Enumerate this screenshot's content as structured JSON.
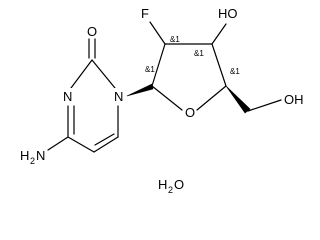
{
  "atoms": {
    "carbonyl_o": "O",
    "ring_n3": "N",
    "ring_n1": "N",
    "amine": "H",
    "amine_sub": "2",
    "amine_n": "N",
    "fluorine": "F",
    "hydroxyl_upper": "HO",
    "ring_o": "O",
    "hydroxyl_side": "OH"
  },
  "stereo_labels": {
    "c2_prime": "&1",
    "c3_prime": "&1",
    "c1_prime": "&1",
    "c4_prime": "&1"
  },
  "solvate": {
    "h": "H",
    "sub": "2",
    "o": "O"
  }
}
